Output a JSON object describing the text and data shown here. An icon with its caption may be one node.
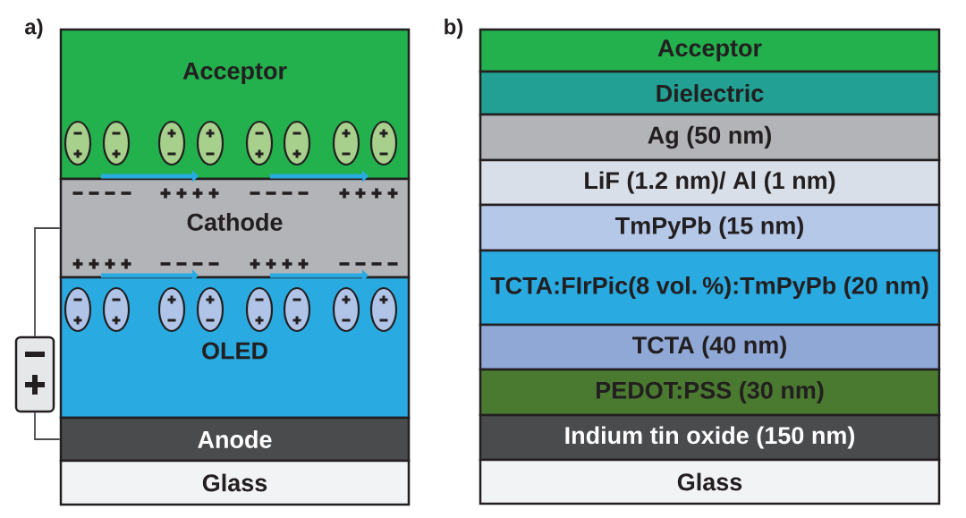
{
  "diagram": {
    "nodes": [
      {
        "text": [
          "Acceptor"
        ]
      },
      {
        "text": [
          "Cathode"
        ]
      },
      {
        "text": [
          "OLED"
        ]
      },
      {
        "text": [
          "Anode"
        ]
      },
      {
        "text": [
          "Glass"
        ]
      },
      {
        "text": [],
        "shape": "battery"
      },
      {
        "text": [
          "Acceptor"
        ]
      },
      {
        "text": [
          "Dielectric"
        ]
      },
      {
        "text": [
          "Ag (50 nm)"
        ]
      },
      {
        "text": [
          "LiF (1.2 nm)/ Al (1 nm)"
        ]
      },
      {
        "text": [
          "TmPyPb (15 nm)"
        ]
      },
      {
        "text": [
          "TCTA:FIrPic(8 vol. %):TmPyPb (20 nm)"
        ]
      },
      {
        "text": [
          "TCTA (40 nm)"
        ]
      },
      {
        "text": [
          "PEDOT:PSS (30 nm)"
        ]
      },
      {
        "text": [
          "Indium tin oxide (150 nm)"
        ]
      },
      {
        "text": [
          "Glass"
        ]
      }
    ],
    "edges": [
      {
        "from": 5,
        "to": 1,
        "arrow": "none"
      },
      {
        "from": 5,
        "to": 3,
        "arrow": "none"
      }
    ],
    "labels": [
      "a)",
      "b)"
    ]
  }
}
